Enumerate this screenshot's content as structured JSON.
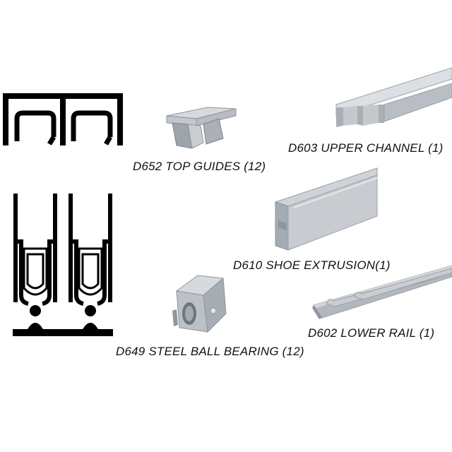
{
  "parts": [
    {
      "code": "D652",
      "label": "D652 TOP GUIDES (12)"
    },
    {
      "code": "D603",
      "label": "D603 UPPER CHANNEL (1)"
    },
    {
      "code": "D610",
      "label": "D610 SHOE EXTRUSION(1)"
    },
    {
      "code": "D649",
      "label": "D649 STEEL BALL BEARING (12)"
    },
    {
      "code": "D602",
      "label": "D602 LOWER RAIL (1)"
    }
  ],
  "colors": {
    "profile": "#000000",
    "metal_light": "#d2d5d9",
    "metal_mid": "#b3b8be",
    "metal_dark": "#8f959c",
    "background": "#ffffff"
  }
}
